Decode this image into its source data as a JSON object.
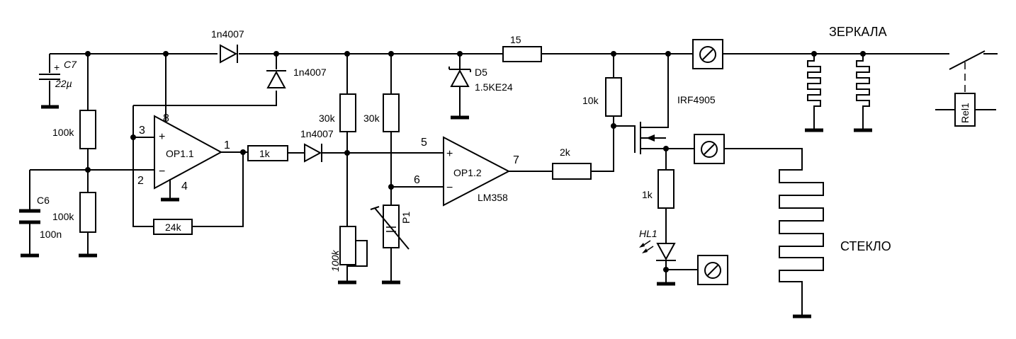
{
  "labels": {
    "c7": "C7",
    "c7_val": "22µ",
    "c6": "C6",
    "c6_val": "100n",
    "r_top_div": "100k",
    "r_bot_div": "100k",
    "op11": "OP1.1",
    "op12": "OP1.2",
    "lm358": "LM358",
    "pin8": "8",
    "pin3": "3",
    "pin2": "2",
    "pin1": "1",
    "pin4": "4",
    "pin5": "5",
    "pin6": "6",
    "pin7": "7",
    "plus": "+",
    "minus": "−",
    "d_top": "1n4007",
    "d_fb": "1n4007",
    "d_out": "1n4007",
    "r1k": "1k",
    "r24k": "24k",
    "r30k_a": "30k",
    "r30k_b": "30k",
    "r100k_trim": "100k",
    "p1": "P1",
    "d5": "D5",
    "d5_val": "1.5KE24",
    "r15": "15",
    "r2k": "2k",
    "r10k": "10k",
    "mosfet": "IRF4905",
    "r1k_led": "1k",
    "hl1": "HL1",
    "mirrors": "ЗЕРКАЛА",
    "glass": "СТЕКЛО",
    "rel": "Rel1"
  }
}
